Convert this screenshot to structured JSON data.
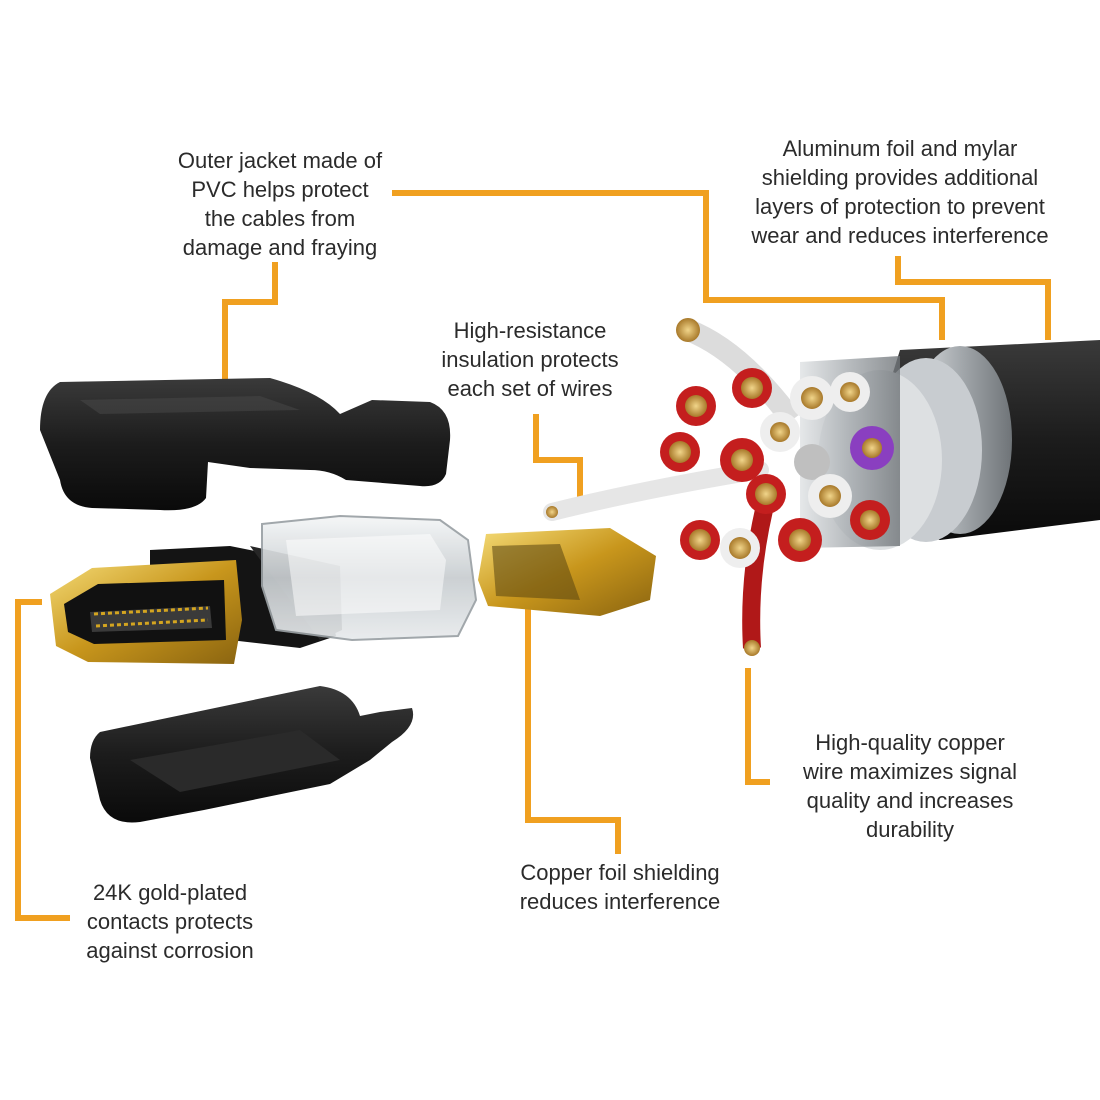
{
  "colors": {
    "leader_line": "#f0a020",
    "jacket": "#1a1a1a",
    "gold": "#d4a520",
    "copper": "#c9a050",
    "red_wire": "#c41e1e",
    "purple_wire": "#8a3fc0",
    "white_wire": "#eeeeee",
    "foil": "#b8bcbf",
    "text": "#2b2b2b"
  },
  "callouts": {
    "outer_jacket": [
      "Outer jacket made of",
      "PVC helps protect",
      "the cables from",
      "damage and fraying"
    ],
    "foil_shielding": [
      "Aluminum foil and mylar",
      "shielding provides additional",
      "layers of protection to prevent",
      "wear and reduces interference"
    ],
    "insulation": [
      "High-resistance",
      "insulation protects",
      "each set of wires"
    ],
    "copper_wire": [
      "High-quality copper",
      "wire maximizes signal",
      "quality and increases",
      "durability"
    ],
    "copper_foil": [
      "Copper foil shielding",
      "reduces interference"
    ],
    "gold_contacts": [
      "24K gold-plated",
      "contacts protects",
      "against corrosion"
    ]
  }
}
